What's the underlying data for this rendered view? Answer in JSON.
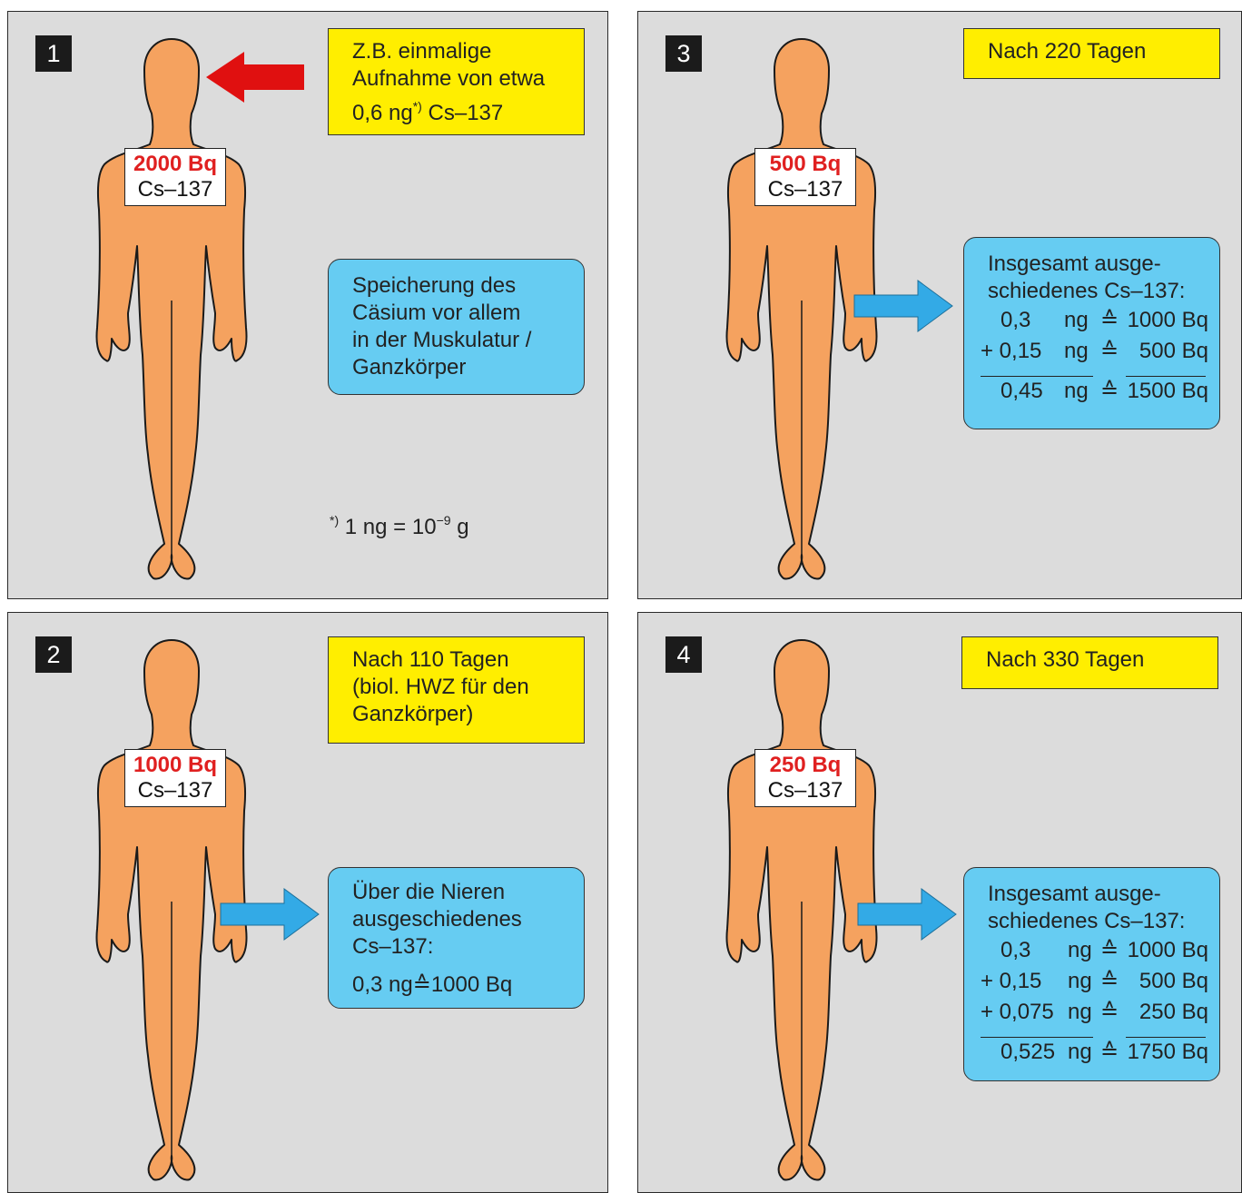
{
  "panels": [
    {
      "number": "1",
      "label": {
        "bq": "2000 Bq",
        "isotope": "Cs–137"
      },
      "yellow_note": {
        "lines": [
          "Z.B. einmalige",
          "Aufnahme von etwa",
          "0,6 ng",
          "*)",
          " Cs–137"
        ]
      },
      "blue_note": {
        "lines": [
          "Speicherung des",
          "Cäsium vor allem",
          "in der Muskulatur /",
          "Ganzkörper"
        ]
      },
      "footnote": {
        "mark": "*)",
        "text": " 1 ng = 10",
        "exp": "−9",
        "unit": " g"
      }
    },
    {
      "number": "2",
      "label": {
        "bq": "1000 Bq",
        "isotope": "Cs–137"
      },
      "yellow_note": {
        "lines": [
          "Nach 110 Tagen",
          "(biol. HWZ für den",
          "Ganzkörper)"
        ]
      },
      "blue_note": {
        "lines": [
          "Über die Nieren",
          "ausgeschiedenes",
          "Cs–137:"
        ],
        "value": "0,3 ng≙1000 Bq"
      }
    },
    {
      "number": "3",
      "label": {
        "bq": "500 Bq",
        "isotope": "Cs–137"
      },
      "yellow_note": {
        "lines": [
          "Nach 220 Tagen"
        ]
      },
      "blue_note": {
        "heading": [
          "Insgesamt ausge-",
          "schiedenes Cs–137:"
        ],
        "rows": [
          {
            "amount": "0,3",
            "unit": "ng",
            "sym": "≙",
            "bq": "1000 Bq"
          },
          {
            "amount": "+ 0,15",
            "unit": "ng",
            "sym": "≙",
            "bq": "500 Bq"
          }
        ],
        "total": {
          "amount": "0,45",
          "unit": "ng",
          "sym": "≙",
          "bq": "1500 Bq"
        }
      }
    },
    {
      "number": "4",
      "label": {
        "bq": "250 Bq",
        "isotope": "Cs–137"
      },
      "yellow_note": {
        "lines": [
          "Nach 330 Tagen"
        ]
      },
      "blue_note": {
        "heading": [
          "Insgesamt ausge-",
          "schiedenes Cs–137:"
        ],
        "rows": [
          {
            "amount": "0,3",
            "unit": "ng",
            "sym": "≙",
            "bq": "1000 Bq"
          },
          {
            "amount": "+ 0,15",
            "unit": "ng",
            "sym": "≙",
            "bq": "500 Bq"
          },
          {
            "amount": "+ 0,075",
            "unit": "ng",
            "sym": "≙",
            "bq": "250 Bq"
          }
        ],
        "total": {
          "amount": "0,525",
          "unit": "ng",
          "sym": "≙",
          "bq": "1750 Bq"
        }
      }
    }
  ],
  "colors": {
    "panel_bg": "#dcdcdc",
    "body": "#f5a25f",
    "yellow": "#ffee00",
    "blue_box": "#66ccf2",
    "intake_arrow": "#e01010",
    "excretion_arrow": "#33aae6",
    "bq_text": "#e02020"
  },
  "icons": {
    "intake": "arrow-left-icon",
    "excretion": "arrow-right-icon",
    "body": "human-body-icon"
  }
}
